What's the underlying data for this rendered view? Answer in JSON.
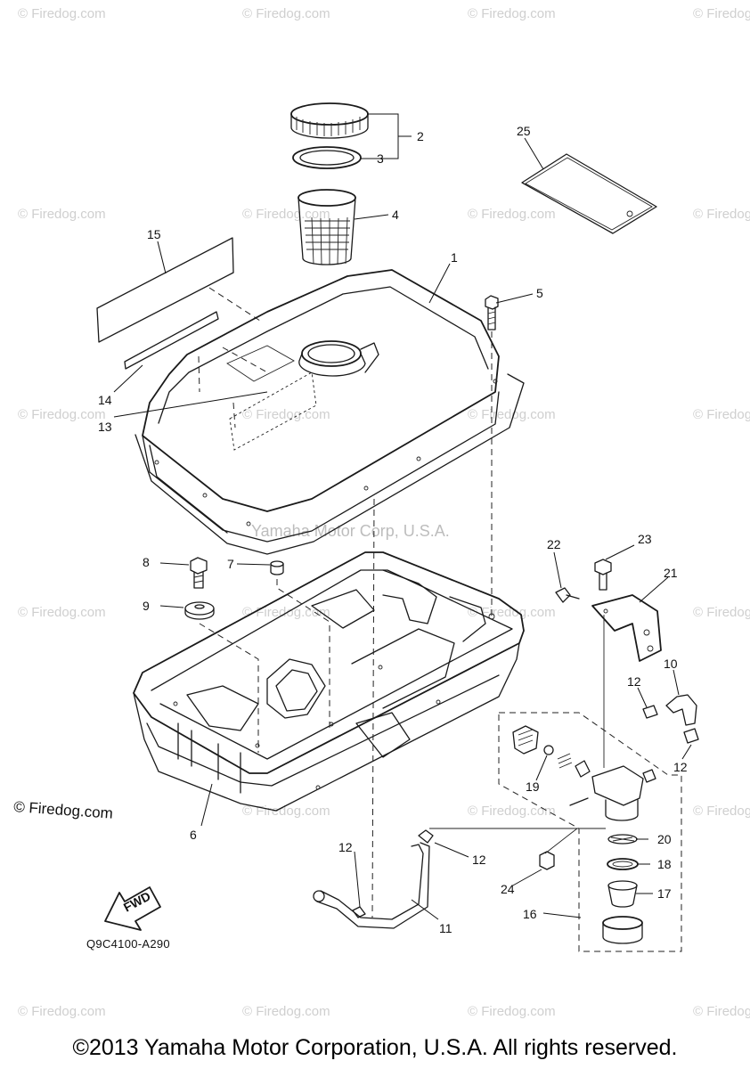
{
  "watermark": {
    "text": "© Firedog.com"
  },
  "center_watermark": "Yamaha Motor Corp, U.S.A.",
  "credit": "© Firedog.com",
  "diagram_code": "Q9C4100-A290",
  "fwd_label": "FWD",
  "copyright": "©2013 Yamaha Motor Corporation, U.S.A. All rights reserved.",
  "callouts": {
    "n1": "1",
    "n2": "2",
    "n3": "3",
    "n4": "4",
    "n5": "5",
    "n6": "6",
    "n7": "7",
    "n8": "8",
    "n9": "9",
    "n10": "10",
    "n11": "11",
    "n12a": "12",
    "n12b": "12",
    "n12c": "12",
    "n12d": "12",
    "n13": "13",
    "n14": "14",
    "n15": "15",
    "n16": "16",
    "n17": "17",
    "n18": "18",
    "n19": "19",
    "n20": "20",
    "n21": "21",
    "n22": "22",
    "n23": "23",
    "n24": "24",
    "n25": "25"
  }
}
